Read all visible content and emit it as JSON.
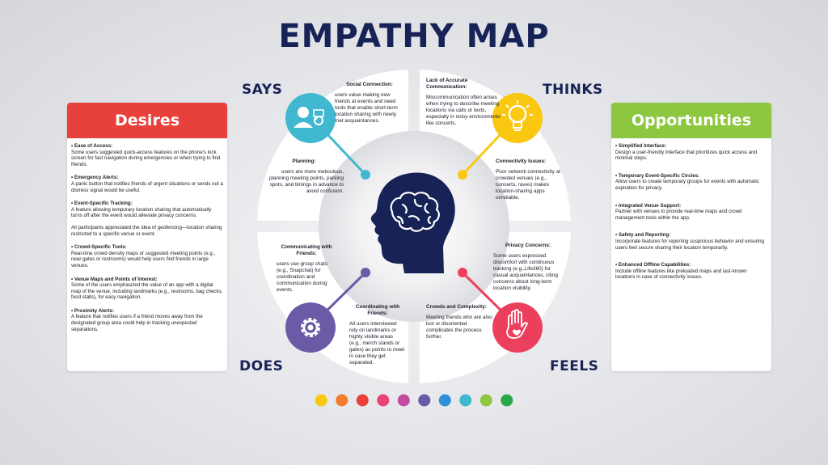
{
  "title": "EMPATHY MAP",
  "colors": {
    "navy": "#172356",
    "desires": "#e8403b",
    "opportunities": "#8dc63f",
    "says": "#3fb8d0",
    "thinks": "#fac811",
    "does": "#6b5aa6",
    "feels": "#ec3f5d"
  },
  "corners": {
    "says": "SAYS",
    "thinks": "THINKS",
    "does": "DOES",
    "feels": "FEELS"
  },
  "desires": {
    "header": "Desires",
    "items": [
      {
        "title": "• Ease of Access:",
        "text": "Some users suggested quick-access features on the phone's lock screen for fast navigation during emergencies or when trying to find friends."
      },
      {
        "title": "• Emergency Alerts:",
        "text": "A panic button that notifies friends of urgent situations or sends out a distress signal would be useful."
      },
      {
        "title": "• Event-Specific Tracking:",
        "text": "A feature allowing temporary location sharing that automatically turns off after the event would alleviate privacy concerns.",
        "text2": "All participants appreciated the idea of geofencing—location sharing restricted to a specific venue or event."
      },
      {
        "title": "• Crowd-Specific Tools:",
        "text": "Real-time crowd density maps or suggested meeting points (e.g., near gates or restrooms) would help users find friends in large venues."
      },
      {
        "title": "• Venue Maps and Points of Interest:",
        "text": "Some of the users emphasized the value of an app with a digital map of the venue, including landmarks (e.g., restrooms, bag checks, food stalls), for easy navigation."
      },
      {
        "title": "• Proximity Alerts:",
        "text": "A feature that notifies users if a friend moves away from the designated group area could help in tracking unexpected separations."
      }
    ]
  },
  "opportunities": {
    "header": "Opportunities",
    "items": [
      {
        "title": "• Simplified Interface:",
        "text": "Design a user-friendly interface that prioritizes quick access and minimal steps."
      },
      {
        "title": "• Temporary Event-Specific Circles:",
        "text": "Allow users to create temporary groups for events with automatic expiration for privacy."
      },
      {
        "title": "• Integrated Venue Support:",
        "text": "Partner with venues to provide real-time maps and crowd management tools within the app."
      },
      {
        "title": "• Safety and Reporting:",
        "text": "Incorporate features for reporting suspicious behavior and ensuring users feel secure sharing their location temporarily."
      },
      {
        "title": "• Enhanced Offline Capabilities:",
        "text": "Include offline features like preloaded maps and last-known locations in case of connectivity issues."
      }
    ]
  },
  "quadrants": {
    "says_a": {
      "title": "Social Connection:",
      "text": "users value making new friends at events and need tools that enable short-term location sharing with newly met acquaintances."
    },
    "says_b": {
      "title": "Planning:",
      "text": "users are more meticulous, planning meeting points, parking spots, and timings in advance to avoid confusion."
    },
    "thinks_a": {
      "title": "Lack of Accurate Communication:",
      "text": "Miscommunication often arises when trying to describe meeting locations via calls or texts, especially in noisy environments like concerts."
    },
    "thinks_b": {
      "title": "Connectivity Issues:",
      "text": "Poor network connectivity at crowded venues (e.g., concerts, raves) makes location-sharing apps unreliable."
    },
    "does_a": {
      "title": "Communicating with Friends:",
      "text": "users use group chats (e.g., Snapchat) for coordination and communication during events."
    },
    "does_b": {
      "title": "Coordinating with Friends:",
      "text": "All users interviewed rely on landmarks or highly visible areas (e.g., merch stands or gates) as points to meet in case they get separated."
    },
    "feels_a": {
      "title": "Privacy Concerns:",
      "text": "Some users expressed discomfort with continuous tracking (e.g.,Life360) for casual acquaintances, citing concerns about long-term location visibility."
    },
    "feels_b": {
      "title": "Crowds and Complexity:",
      "text": "Meeting friends who are also lost or disoriented complicates the process further."
    }
  },
  "icons": {
    "says": "people-chat-icon",
    "thinks": "lightbulb-icon",
    "does": "gear-icon",
    "feels": "hand-heart-icon",
    "center": "head-brain-icon"
  },
  "dots": [
    "#fac811",
    "#f37b2b",
    "#e8403b",
    "#e94277",
    "#c14b9e",
    "#6b5aa6",
    "#2f8fd8",
    "#3fb8d0",
    "#8dc63f",
    "#2aa84a"
  ]
}
